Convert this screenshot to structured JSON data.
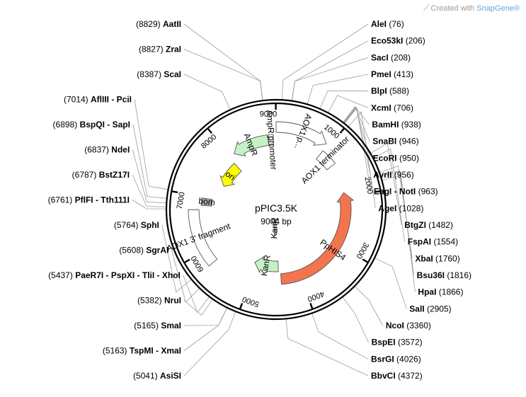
{
  "watermark": {
    "prefix": "Created with",
    "brand": "SnapGene",
    "mark": "®"
  },
  "plasmid": {
    "name": "pPIC3.5K",
    "length": 9004,
    "length_text": "9004 bp"
  },
  "ticks": [
    "1000",
    "2000",
    "3000",
    "4000",
    "5000",
    "6000",
    "7000",
    "8000",
    "9000"
  ],
  "features": [
    {
      "label": "AOX1 p...",
      "start": 9004,
      "end": 937,
      "lane": 1,
      "dir": 1,
      "color": "#ffffff",
      "kind": "arrow"
    },
    {
      "label": "AOX1 terminator",
      "start": 964,
      "end": 1300,
      "lane": 2,
      "dir": 1,
      "color": "#ffffff",
      "kind": "box"
    },
    {
      "label": "PpHIS4",
      "start": 1900,
      "end": 4400,
      "lane": 2,
      "dir": -1,
      "color": "#f2754f",
      "kind": "arrow"
    },
    {
      "label": "KanR",
      "start": 4450,
      "end": 5050,
      "lane": 3,
      "dir": 1,
      "color": "#c6f1c6",
      "kind": "arrow"
    },
    {
      "label": "KanR",
      "start": 4500,
      "end": 4650,
      "lane": 6,
      "dir": 1,
      "color": "#c6f1c6",
      "kind": "arrow"
    },
    {
      "label": "AOX1 3' fragment",
      "start": 5750,
      "end": 6750,
      "lane": 1,
      "dir": 1,
      "color": "#ffffff",
      "kind": "box"
    },
    {
      "label": "bom",
      "start": 6830,
      "end": 6975,
      "lane": 2,
      "dir": 1,
      "color": "#a6a6a6",
      "kind": "box"
    },
    {
      "label": "ori",
      "start": 7350,
      "end": 7950,
      "lane": 3,
      "dir": -1,
      "color": "#ffff00",
      "kind": "arrow"
    },
    {
      "label": "AmpR",
      "start": 8080,
      "end": 8840,
      "lane": 2,
      "dir": -1,
      "color": "#c6f1c6",
      "kind": "arrow"
    },
    {
      "label": "AmpR promoter",
      "start": 8850,
      "end": 8950,
      "lane": 2,
      "dir": -1,
      "color": "#ffffff",
      "kind": "box"
    }
  ],
  "sites": [
    {
      "name": "AatII",
      "pos": "(8829)",
      "side": "right",
      "end": 8829
    },
    {
      "name": "ZraI",
      "pos": "(8827)",
      "side": "right",
      "end": 8827
    },
    {
      "name": "ScaI",
      "pos": "(8387)",
      "side": "right",
      "end": 8387
    },
    {
      "name": "AleI",
      "pos": "(76)",
      "side": "left",
      "end": 76
    },
    {
      "name": "Eco53kI",
      "pos": "(206)",
      "side": "left",
      "end": 206
    },
    {
      "name": "SacI",
      "pos": "(208)",
      "side": "left",
      "end": 208
    },
    {
      "name": "PmeI",
      "pos": "(413)",
      "side": "left",
      "end": 413
    },
    {
      "name": "BlpI",
      "pos": "(588)",
      "side": "left",
      "end": 588
    },
    {
      "name": "XcmI",
      "pos": "(706)",
      "side": "left",
      "end": 706
    },
    {
      "name": "BamHI",
      "pos": "(938)",
      "side": "left",
      "end": 938
    },
    {
      "name": "SnaBI",
      "pos": "(946)",
      "side": "left",
      "end": 946
    },
    {
      "name": "EcoRI",
      "pos": "(950)",
      "side": "left",
      "end": 950
    },
    {
      "name": "AvrII",
      "pos": "(956)",
      "side": "left",
      "end": 956
    },
    {
      "name": "EagI - NotI",
      "pos": "(963)",
      "side": "left",
      "end": 963
    },
    {
      "name": "AgeI",
      "pos": "(1028)",
      "side": "left",
      "end": 1028
    },
    {
      "name": "BtgZI",
      "pos": "(1482)",
      "side": "left",
      "end": 1482
    },
    {
      "name": "FspAI",
      "pos": "(1554)",
      "side": "left",
      "end": 1554
    },
    {
      "name": "XbaI",
      "pos": "(1760)",
      "side": "left",
      "end": 1760
    },
    {
      "name": "Bsu36I",
      "pos": "(1816)",
      "side": "left",
      "end": 1816
    },
    {
      "name": "HpaI",
      "pos": "(1866)",
      "side": "left",
      "end": 1866
    },
    {
      "name": "SalI",
      "pos": "(2905)",
      "side": "left",
      "end": 2905
    },
    {
      "name": "NcoI",
      "pos": "(3360)",
      "side": "left",
      "end": 3360
    },
    {
      "name": "BspEI",
      "pos": "(3572)",
      "side": "left",
      "end": 3572
    },
    {
      "name": "BsrGI",
      "pos": "(4026)",
      "side": "left",
      "end": 4026
    },
    {
      "name": "BbvCI",
      "pos": "(4372)",
      "side": "left",
      "end": 4372
    },
    {
      "name": "AsiSI",
      "pos": "(5041)",
      "side": "right",
      "end": 5041
    },
    {
      "name": "TspMI - XmaI",
      "pos": "(5163)",
      "side": "right",
      "end": 5163
    },
    {
      "name": "SmaI",
      "pos": "(5165)",
      "side": "right",
      "end": 5165
    },
    {
      "name": "NruI",
      "pos": "(5382)",
      "side": "right",
      "end": 5382
    },
    {
      "name": "PaeR7I - PspXI - TliI - XhoI",
      "pos": "(5437)",
      "side": "right",
      "end": 5437
    },
    {
      "name": "SgrAI",
      "pos": "(5608)",
      "side": "right",
      "end": 5608
    },
    {
      "name": "SphI",
      "pos": "(5764)",
      "side": "right",
      "end": 5764
    },
    {
      "name": "PflFI - Tth111I",
      "pos": "(6761)",
      "side": "right",
      "end": 6761
    },
    {
      "name": "BstZ17I",
      "pos": "(6787)",
      "side": "right",
      "end": 6787
    },
    {
      "name": "NdeI",
      "pos": "(6837)",
      "side": "right",
      "end": 6837
    },
    {
      "name": "BspQI - SapI",
      "pos": "(6898)",
      "side": "right",
      "end": 6898
    },
    {
      "name": "AflIII - PciI",
      "pos": "(7014)",
      "side": "right",
      "end": 7014
    }
  ]
}
